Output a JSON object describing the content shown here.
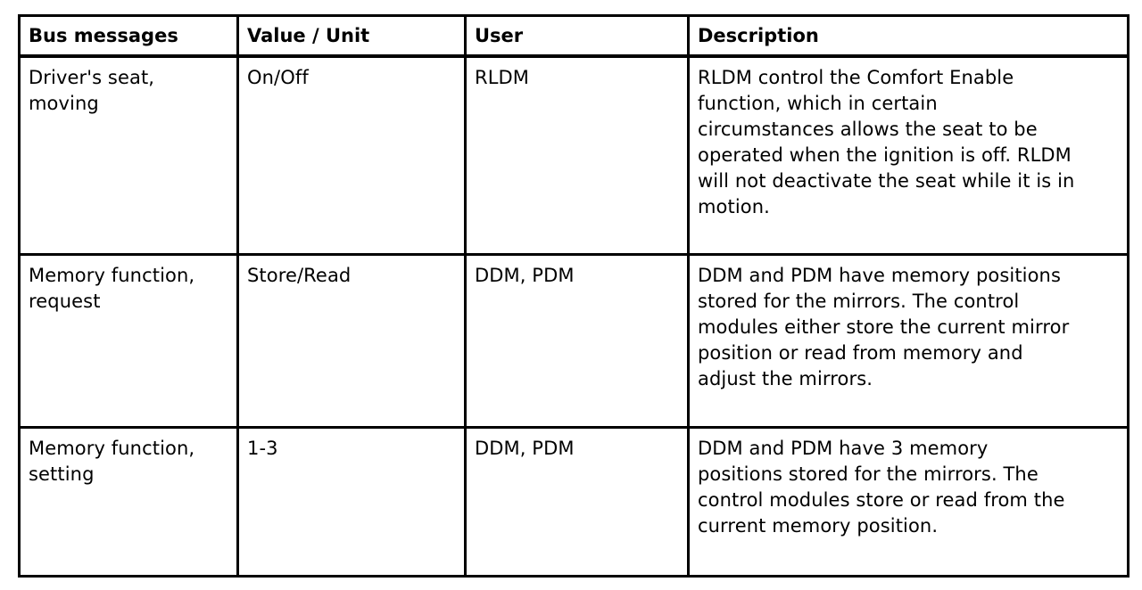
{
  "table": {
    "columns": [
      "Bus messages",
      "Value / Unit",
      "User",
      "Description"
    ],
    "rows": [
      {
        "bus_message": "Driver's seat,\nmoving",
        "value_unit": "On/Off",
        "user": "RLDM",
        "description": "RLDM control the Comfort Enable\nfunction, which in certain\ncircumstances allows the seat to be\noperated when the ignition is off. RLDM\nwill not deactivate the seat while it is in\nmotion."
      },
      {
        "bus_message": "Memory function,\nrequest",
        "value_unit": "Store/Read",
        "user": "DDM, PDM",
        "description": "DDM and PDM have memory positions\nstored for the mirrors. The control\nmodules either store the current mirror\nposition or read from memory and\nadjust the mirrors."
      },
      {
        "bus_message": "Memory function,\nsetting",
        "value_unit": "1-3",
        "user": "DDM, PDM",
        "description": "DDM and PDM have 3 memory\npositions stored for the mirrors. The\ncontrol modules store or read from the\ncurrent memory position."
      }
    ]
  },
  "colors": {
    "border": "#000000",
    "text": "#000000",
    "background": "#ffffff"
  }
}
